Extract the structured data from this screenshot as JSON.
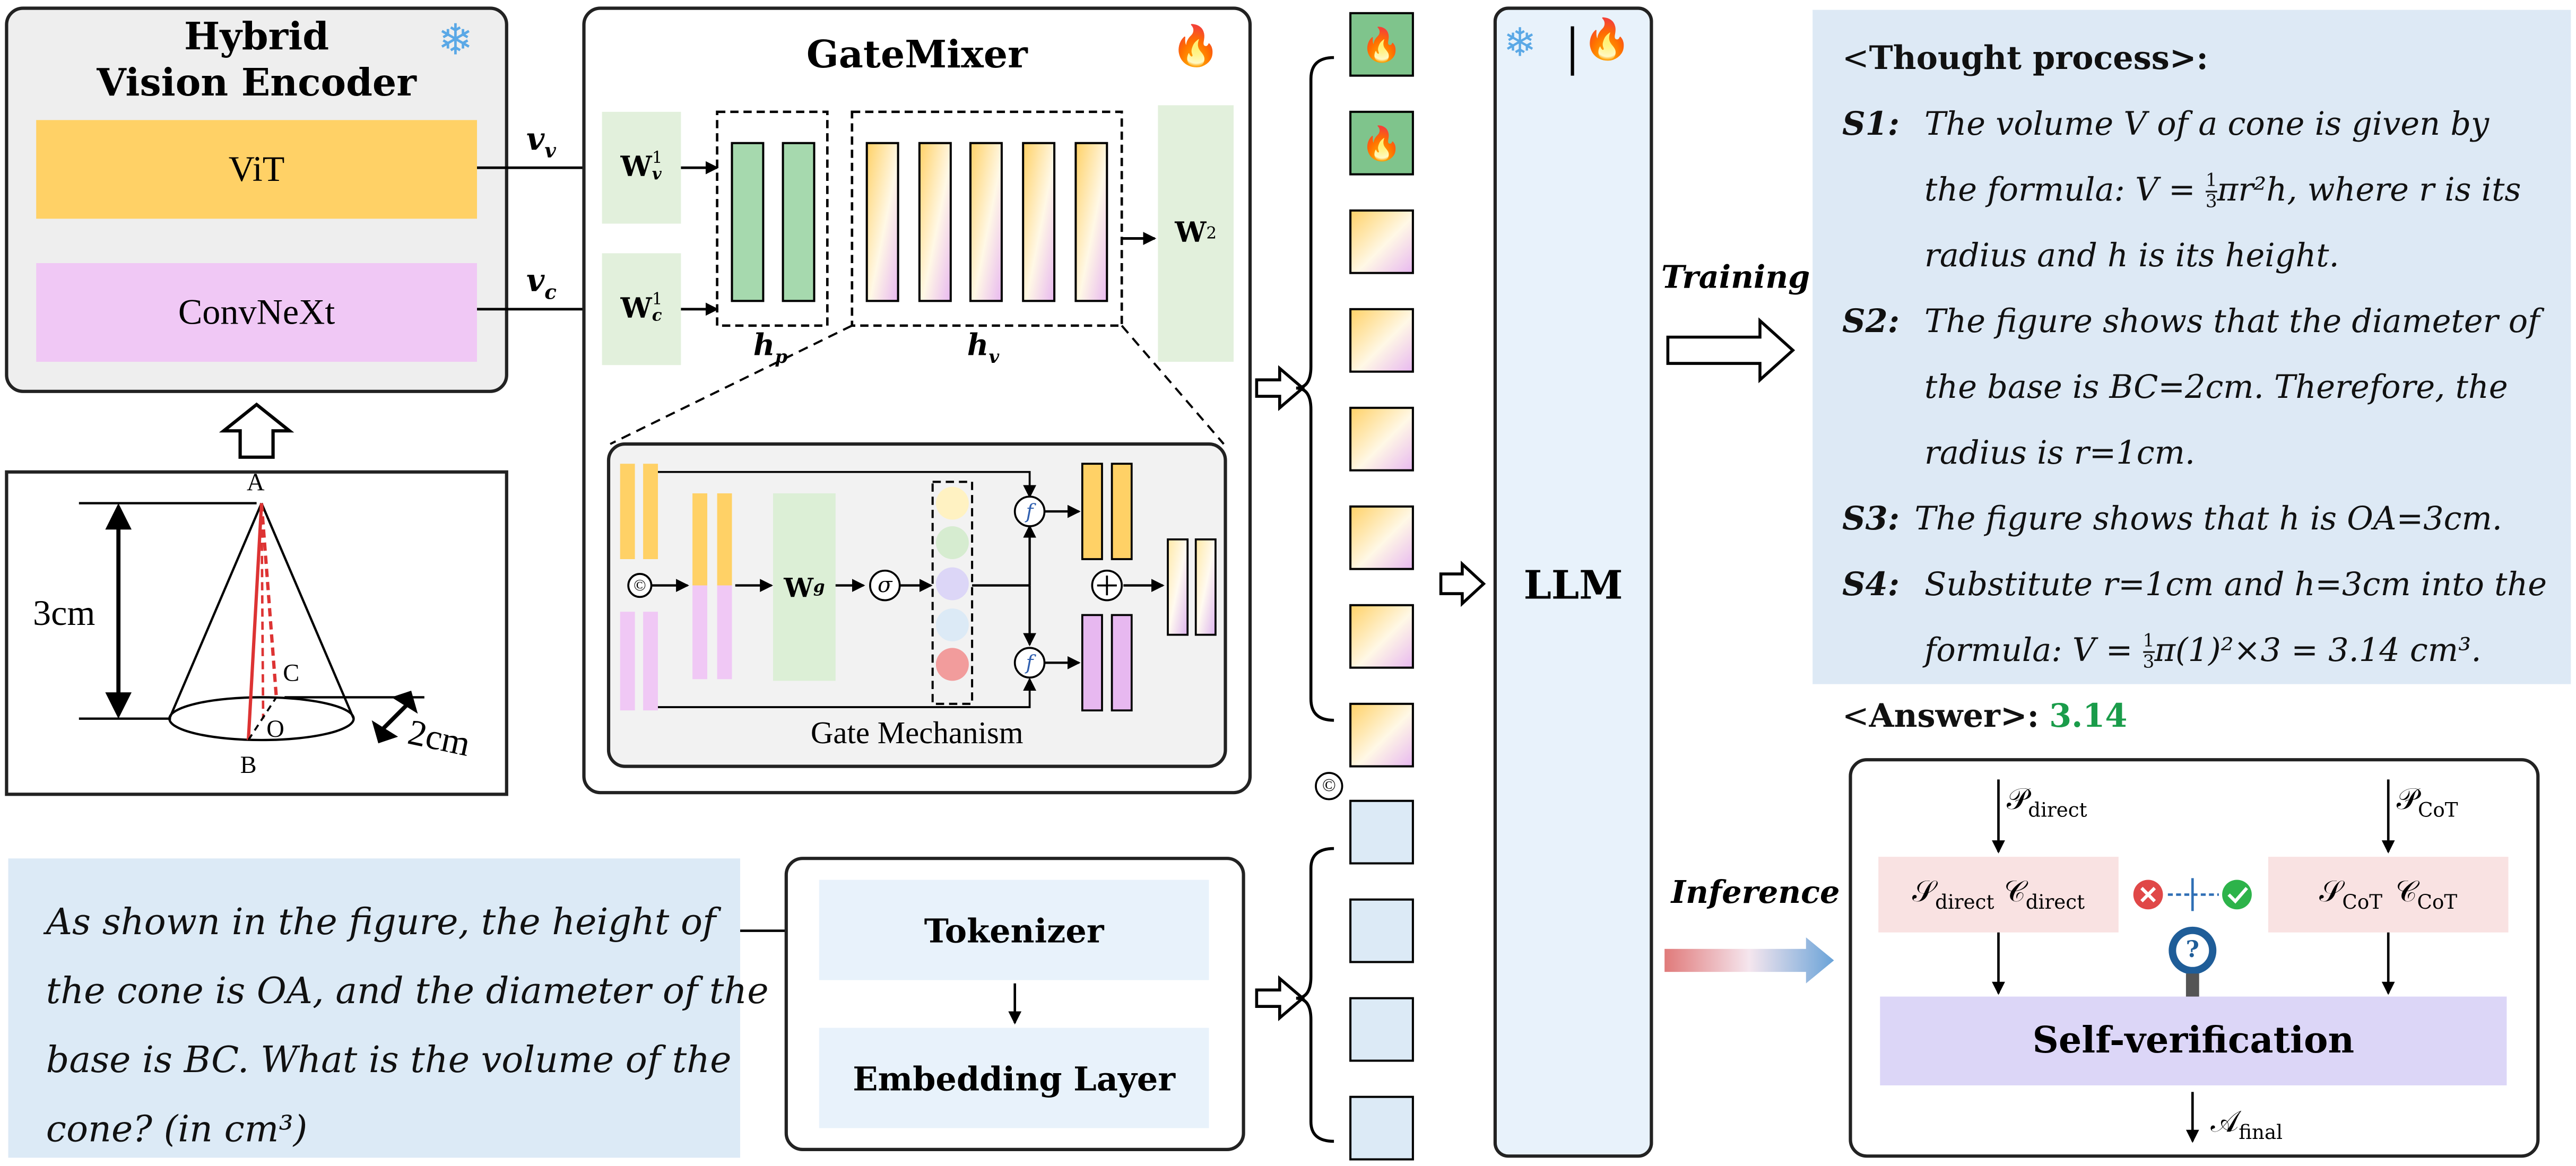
{
  "encoder": {
    "title_line1": "Hybrid",
    "title_line2": "Vision Encoder",
    "vit_label": "ViT",
    "convnext_label": "ConvNeXt",
    "vv_label": "v",
    "vv_sub": "v",
    "vc_label": "v",
    "vc_sub": "c"
  },
  "gatemixer": {
    "title": "GateMixer",
    "wv1": "W",
    "wv1_sub": "v",
    "wv1_sup": "1",
    "wc1": "W",
    "wc1_sub": "c",
    "wc1_sup": "1",
    "hp": "h",
    "hp_sub": "p",
    "hv": "h",
    "hv_sub": "v",
    "w2": "W",
    "w2_sup": "2",
    "gate_label": "Gate Mechanism",
    "wg": "W",
    "wg_sub": "g",
    "concat_symbol": "©",
    "sigma_symbol": "σ",
    "plus_symbol": "⊕",
    "fx_symbol": "f"
  },
  "figure": {
    "label_a": "A",
    "label_b": "B",
    "label_c": "C",
    "label_o": "O",
    "height": "3cm",
    "diameter": "2cm"
  },
  "question": {
    "line1": "As shown in the figure, the height of",
    "line2": "the cone is OA, and the diameter of the",
    "line3": "base is BC. What is the volume of the",
    "line4": "cone? (in cm³)"
  },
  "text_branch": {
    "tokenizer": "Tokenizer",
    "embedding": "Embedding Layer",
    "concat_symbol": "©"
  },
  "llm": {
    "label": "LLM"
  },
  "training": {
    "label": "Training",
    "thought_open": "<",
    "thought_title": "Thought process",
    "thought_close": ">:",
    "s1_tag": "S1:",
    "s1_line1": "The volume V of a cone is given by",
    "s1_line2a": "the formula: V = ",
    "s1_line2b": "πr²h, where r is its",
    "s1_line3": "radius and h is its height.",
    "s2_tag": "S2:",
    "s2_line1": "The figure shows that the diameter of",
    "s2_line2": "the base is BC=2cm. Therefore, the",
    "s2_line3": "radius is r=1cm.",
    "s3_tag": "S3:",
    "s3_line1": "The figure shows that h is OA=3cm.",
    "s4_tag": "S4:",
    "s4_line1": "Substitute r=1cm and h=3cm into the",
    "s4_line2a": "formula: V = ",
    "s4_line2b": "π(1)²×3 = 3.14 cm³.",
    "frac_num": "1",
    "frac_den": "3",
    "answer_open": "<",
    "answer_title": "Answer",
    "answer_close": ">:",
    "answer_value": "3.14"
  },
  "inference": {
    "label": "Inference",
    "p_direct": "𝒫",
    "p_direct_sub": "direct",
    "p_cot": "𝒫",
    "p_cot_sub": "CoT",
    "s_direct": "𝒮",
    "s_direct_sub": "direct",
    "c_direct": "𝒞",
    "c_direct_sub": "direct",
    "s_cot": "𝒮",
    "s_cot_sub": "CoT",
    "c_cot": "𝒞",
    "c_cot_sub": "CoT",
    "self_verification": "Self-verification",
    "a_final": "𝒜",
    "a_final_sub": "final"
  },
  "colors": {
    "vit": "#ffd166",
    "convnext": "#f0c8f5",
    "green_block": "#a6d9ae",
    "light_green": "#e2f0dc",
    "question_bg": "#dceaf6",
    "tokenizer_bg": "#e8f2fb",
    "llm_bg": "#e8f2fb",
    "thought_bg": "#dde9f5",
    "answer_green": "#1a9c4a",
    "selfver_bg": "#dcd6f7",
    "pink_bg": "#f9e2e2",
    "gate_bg": "#f2f2f2"
  }
}
